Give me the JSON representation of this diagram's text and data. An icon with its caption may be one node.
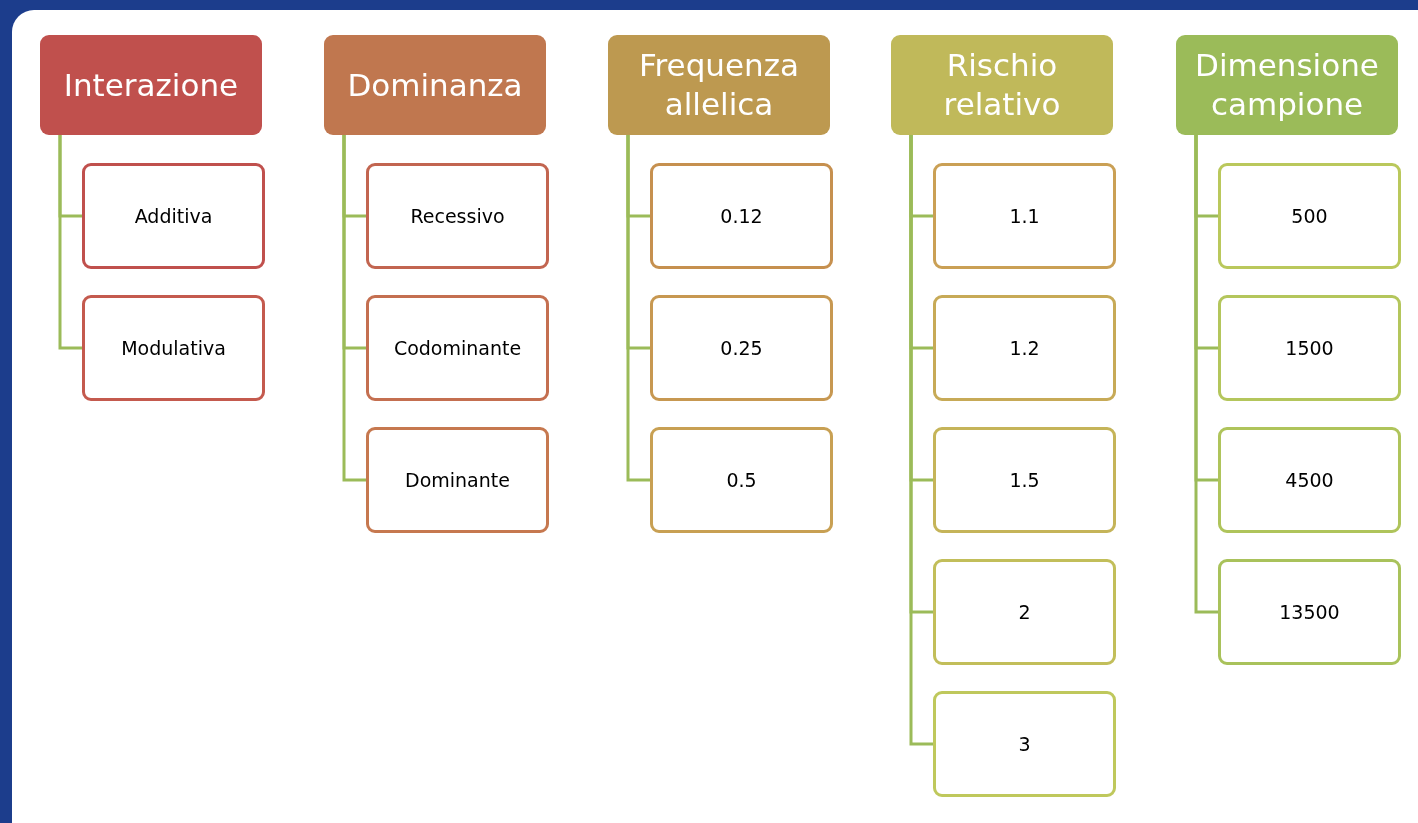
{
  "diagram": {
    "nodes": [
      {
        "text": [
          "Interazione"
        ]
      },
      {
        "text": [
          "Additiva"
        ]
      },
      {
        "text": [
          "Modulativa"
        ]
      },
      {
        "text": [
          "Dominanza"
        ]
      },
      {
        "text": [
          "Recessivo"
        ]
      },
      {
        "text": [
          "Codominante"
        ]
      },
      {
        "text": [
          "Dominante"
        ]
      },
      {
        "text": [
          "Frequenza allelica"
        ]
      },
      {
        "text": [
          "0.12"
        ]
      },
      {
        "text": [
          "0.25"
        ]
      },
      {
        "text": [
          "0.5"
        ]
      },
      {
        "text": [
          "Rischio relativo"
        ]
      },
      {
        "text": [
          "1.1"
        ]
      },
      {
        "text": [
          "1.2"
        ]
      },
      {
        "text": [
          "1.5"
        ]
      },
      {
        "text": [
          "2"
        ]
      },
      {
        "text": [
          "3"
        ]
      },
      {
        "text": [
          "Dimensione campione"
        ]
      },
      {
        "text": [
          "500"
        ]
      },
      {
        "text": [
          "1500"
        ]
      },
      {
        "text": [
          "4500"
        ]
      },
      {
        "text": [
          "13500"
        ]
      }
    ],
    "edges": [
      {
        "from": 0,
        "to": 1,
        "arrow": "none"
      },
      {
        "from": 0,
        "to": 2,
        "arrow": "none"
      },
      {
        "from": 3,
        "to": 4,
        "arrow": "none"
      },
      {
        "from": 3,
        "to": 5,
        "arrow": "none"
      },
      {
        "from": 3,
        "to": 6,
        "arrow": "none"
      },
      {
        "from": 7,
        "to": 8,
        "arrow": "none"
      },
      {
        "from": 7,
        "to": 9,
        "arrow": "none"
      },
      {
        "from": 7,
        "to": 10,
        "arrow": "none"
      },
      {
        "from": 11,
        "to": 12,
        "arrow": "none"
      },
      {
        "from": 11,
        "to": 13,
        "arrow": "none"
      },
      {
        "from": 11,
        "to": 14,
        "arrow": "none"
      },
      {
        "from": 11,
        "to": 15,
        "arrow": "none"
      },
      {
        "from": 11,
        "to": 16,
        "arrow": "none"
      },
      {
        "from": 17,
        "to": 18,
        "arrow": "none"
      },
      {
        "from": 17,
        "to": 19,
        "arrow": "none"
      },
      {
        "from": 17,
        "to": 20,
        "arrow": "none"
      },
      {
        "from": 17,
        "to": 21,
        "arrow": "none"
      }
    ]
  }
}
